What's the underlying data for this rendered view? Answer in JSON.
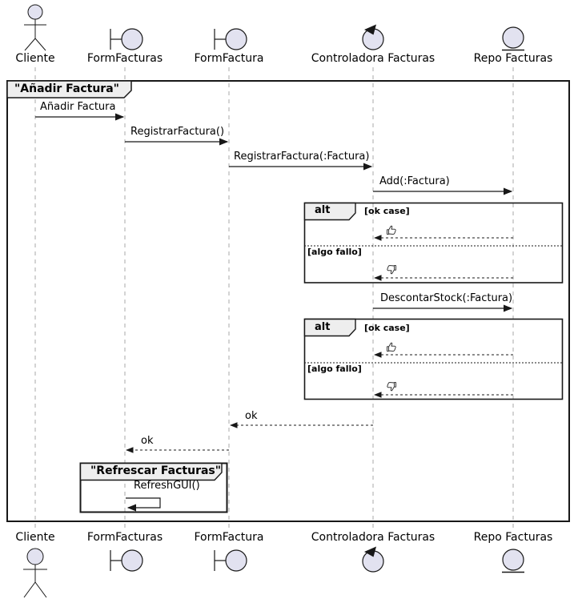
{
  "frame": {
    "title": "\"Añadir Factura\""
  },
  "participants": [
    {
      "label": "Cliente",
      "type": "actor"
    },
    {
      "label": "FormFacturas",
      "type": "boundary"
    },
    {
      "label": "FormFactura",
      "type": "boundary"
    },
    {
      "label": "Controladora Facturas",
      "type": "control"
    },
    {
      "label": "Repo Facturas",
      "type": "entity"
    }
  ],
  "messages": [
    {
      "label": "Añadir Factura",
      "from": "Cliente",
      "to": "FormFacturas",
      "style": "solid"
    },
    {
      "label": "RegistrarFactura()",
      "from": "FormFacturas",
      "to": "FormFactura",
      "style": "solid"
    },
    {
      "label": "RegistrarFactura(:Factura)",
      "from": "FormFactura",
      "to": "Controladora Facturas",
      "style": "solid"
    },
    {
      "label": "Add(:Factura)",
      "from": "Controladora Facturas",
      "to": "Repo Facturas",
      "style": "solid"
    },
    {
      "label": "DescontarStock(:Factura)",
      "from": "Controladora Facturas",
      "to": "Repo Facturas",
      "style": "solid"
    },
    {
      "label": "ok",
      "from": "Controladora Facturas",
      "to": "FormFactura",
      "style": "dashed"
    },
    {
      "label": "ok",
      "from": "FormFactura",
      "to": "FormFacturas",
      "style": "dashed"
    },
    {
      "label": "RefreshGUI()",
      "from": "FormFacturas",
      "to": "FormFacturas",
      "style": "self"
    }
  ],
  "fragments": [
    {
      "operator": "alt",
      "guard_ok": "[ok case]",
      "guard_fail": "[algo fallo]",
      "reply_ok_icon": "thumbs-up-icon",
      "reply_fail_icon": "thumbs-down-icon"
    },
    {
      "operator": "alt",
      "guard_ok": "[ok case]",
      "guard_fail": "[algo fallo]",
      "reply_ok_icon": "thumbs-up-icon",
      "reply_fail_icon": "thumbs-down-icon"
    }
  ],
  "group": {
    "title": "\"Refrescar Facturas\""
  },
  "colors": {
    "participant_fill": "#E2E2F0",
    "stroke": "#181818",
    "tab_fill": "#EEEEEE",
    "lifeline": "#A8A8A8",
    "text": "#000000"
  }
}
